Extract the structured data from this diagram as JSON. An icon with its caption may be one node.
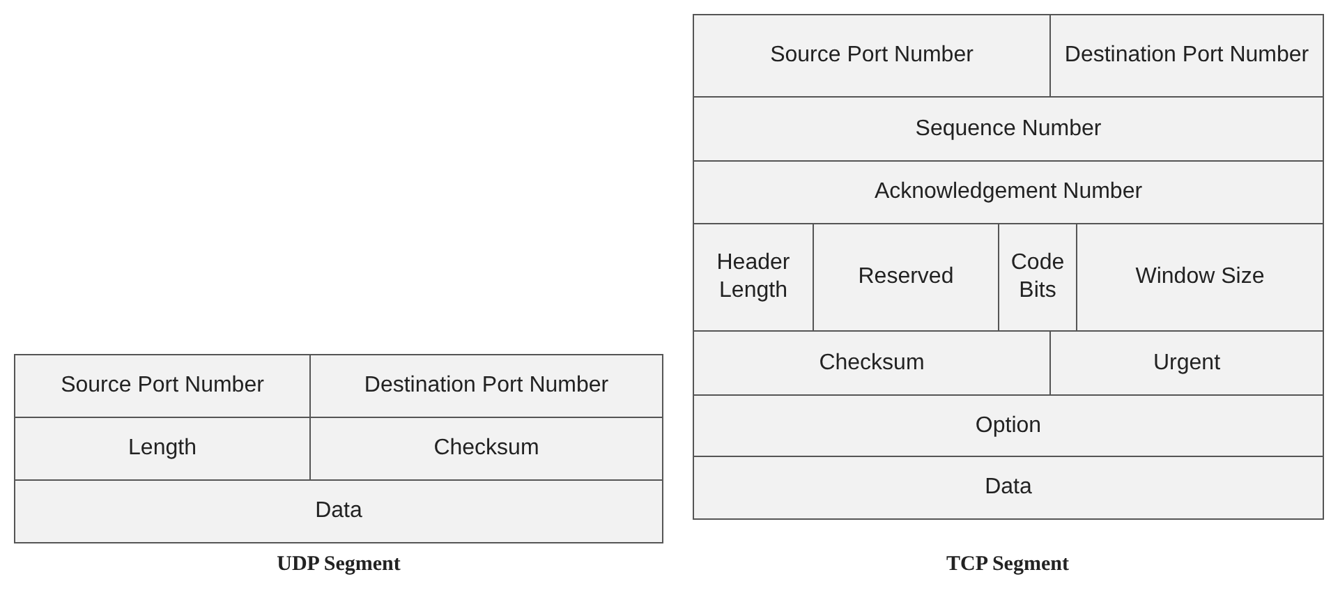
{
  "diagram": {
    "nodes": [
      {
        "text": [
          "Source Port Number"
        ]
      },
      {
        "text": [
          "Destination Port Number"
        ]
      },
      {
        "text": [
          "Length"
        ]
      },
      {
        "text": [
          "Checksum"
        ]
      },
      {
        "text": [
          "Data"
        ]
      },
      {
        "text": [
          "Source Port Number"
        ]
      },
      {
        "text": [
          "Destination Port Number"
        ]
      },
      {
        "text": [
          "Sequence Number"
        ]
      },
      {
        "text": [
          "Acknowledgement Number"
        ]
      },
      {
        "text": [
          "Header Length"
        ]
      },
      {
        "text": [
          "Reserved"
        ]
      },
      {
        "text": [
          "Code Bits"
        ]
      },
      {
        "text": [
          "Window Size"
        ]
      },
      {
        "text": [
          "Checksum"
        ]
      },
      {
        "text": [
          "Urgent"
        ]
      },
      {
        "text": [
          "Option"
        ]
      },
      {
        "text": [
          "Data"
        ]
      }
    ],
    "edges": [],
    "labels": [
      "UDP Segment",
      "TCP Segment"
    ]
  }
}
